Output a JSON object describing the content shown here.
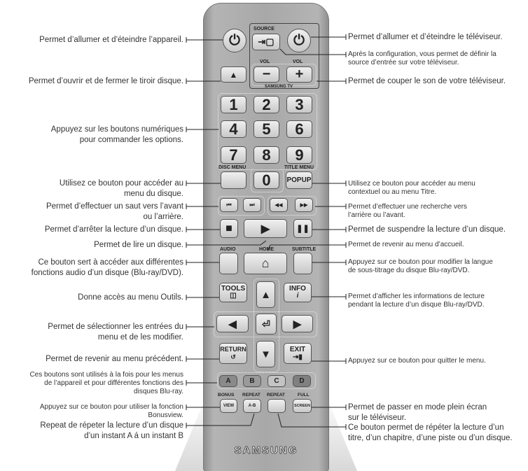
{
  "remote": {
    "brand": "SAMSUNG",
    "source_label": "SOURCE",
    "vol_minus_label": "VOL",
    "vol_plus_label": "VOL",
    "samsung_tv_label": "SAMSUNG TV",
    "vol_minus": "−",
    "vol_plus": "+",
    "eject": "▲",
    "power": "⏻",
    "numbers": [
      "1",
      "2",
      "3",
      "4",
      "5",
      "6",
      "7",
      "8",
      "9",
      "0"
    ],
    "disc_menu_label": "DISC MENU",
    "title_menu_label": "TITLE MENU",
    "popup": "POPUP",
    "skip_back": "⏮",
    "skip_fwd": "⏭",
    "rew": "◀◀",
    "ff": "▶▶",
    "stop": "■",
    "play": "▶",
    "pause": "❚❚",
    "audio_label": "AUDIO",
    "home_label": "HOME",
    "subtitle_label": "SUBTITLE",
    "home_icon": "⌂",
    "tools": "TOOLS",
    "info": "INFO",
    "info_i": "i",
    "return": "RETURN",
    "exit": "EXIT",
    "up": "▲",
    "down": "▼",
    "left": "◀",
    "right": "▶",
    "enter": "⏎",
    "colors": [
      "A",
      "B",
      "C",
      "D"
    ],
    "color_hex": [
      "#8a8a8a",
      "#9a9a9a",
      "#c4c4c4",
      "#808080"
    ],
    "bonus_label": "BONUS",
    "view": "VIEW",
    "repeat_ab_label": "REPEAT",
    "ab": "A-B",
    "repeat_label": "REPEAT",
    "full_label": "FULL",
    "screen": "SCREEN"
  },
  "left": [
    [
      "Permet d’allumer et d’éteindre l’appareil."
    ],
    [
      "Permet d’ouvrir et de fermer le tiroir disque."
    ],
    [
      "Appuyez sur les boutons numériques",
      "pour commander les options."
    ],
    [
      "Utilisez ce bouton pour accéder au",
      "menu du disque."
    ],
    [
      "Permet d’effectuer un saut vers l’avant",
      "ou l’arrière."
    ],
    [
      "Permet d’arrêter la lecture d’un disque."
    ],
    [
      "Permet de lire un disque."
    ],
    [
      "Ce bouton sert à accéder aux différentes",
      "fonctions audio d’un disque (Blu-ray/DVD)."
    ],
    [
      "Donne accès au menu Outils."
    ],
    [
      "Permet de sélectionner les entrées du",
      "menu et de les modifier."
    ],
    [
      "Permet de revenir au menu précédent."
    ],
    [
      "Ces boutons sont utilisés à la fois pour les menus",
      "de l’appareil et pour différentes fonctions des",
      "disques Blu-ray."
    ],
    [
      "Appuyez sur ce bouton pour utiliser la fonction",
      "Bonusview."
    ],
    [
      "Repeat de  répeter la lecture d’un disque",
      "d’un instant A á un instant B"
    ]
  ],
  "right": [
    [
      "Permet d’allumer et d’éteindre le téléviseur."
    ],
    [
      "Après la configuration, vous permet de définir la",
      "source d’entrée sur votre téléviseur."
    ],
    [
      "Permet de couper le son de votre téléviseur."
    ],
    [
      "Utilisez ce bouton pour accéder au menu",
      "contextuel ou au menu Titre."
    ],
    [
      "Permet d’effectuer une recherche vers",
      "l’arrière ou l’avant."
    ],
    [
      "Permet de suspendre la lecture d’un disque."
    ],
    [
      "Permet de revenir au menu d’accueil."
    ],
    [
      "Appuyez sur ce bouton pour modifier la langue",
      "de sous-titrage du disque Blu-ray/DVD."
    ],
    [
      "Permet d’afficher les informations de lecture",
      "pendant la lecture d’un disque Blu-ray/DVD."
    ],
    [
      "Appuyez sur ce bouton pour quitter le menu."
    ],
    [
      "Permet de passer en mode plein écran",
      "sur le téléviseur."
    ],
    [
      "Ce bouton permet de répéter la lecture d’un",
      "titre, d’un chapitre, d’une piste ou d’un disque."
    ]
  ]
}
